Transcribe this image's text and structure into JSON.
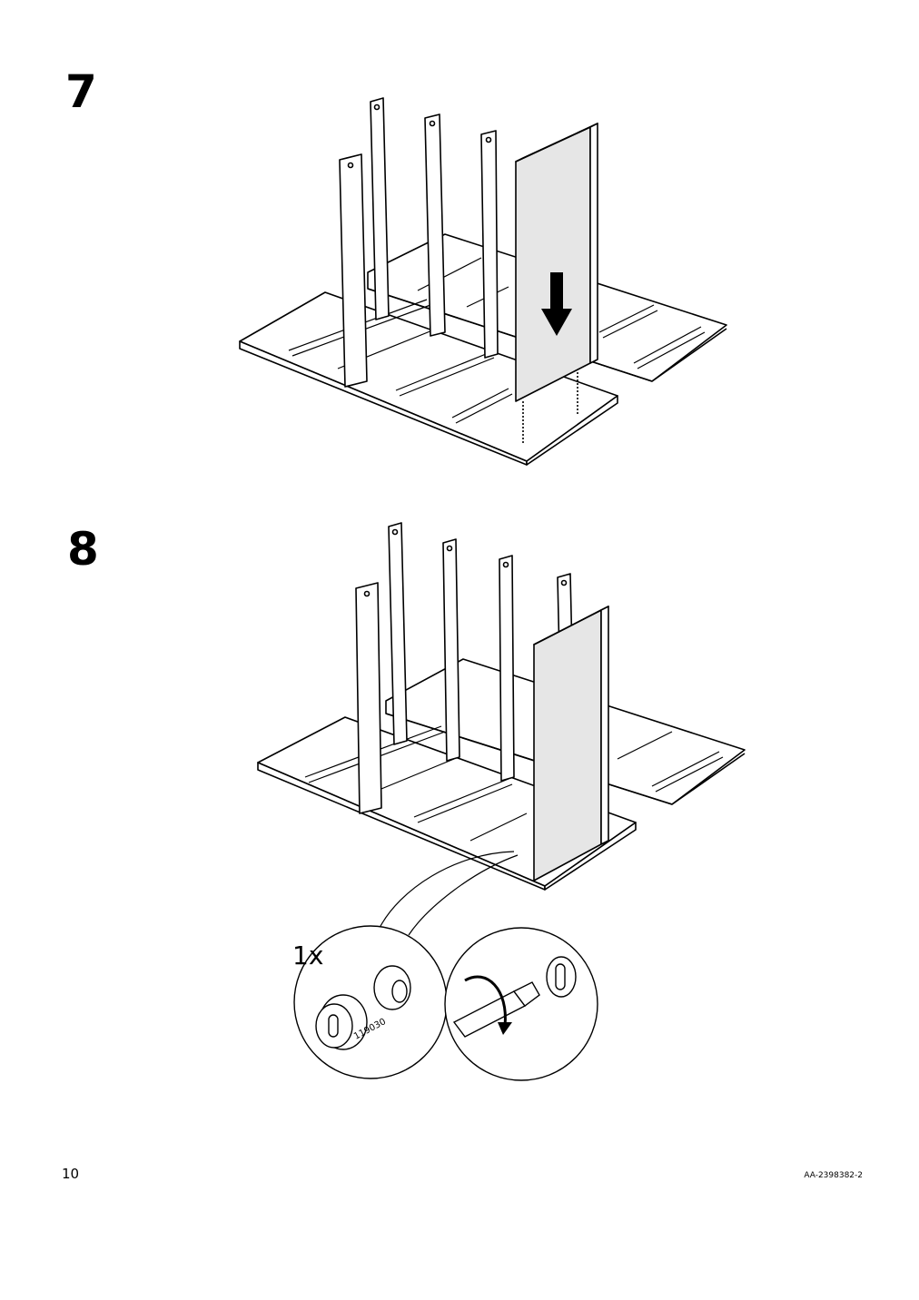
{
  "steps": [
    {
      "number": "7"
    },
    {
      "number": "8"
    }
  ],
  "detail": {
    "quantity": "1x",
    "part_number": "119030"
  },
  "footer": {
    "page_number": "10",
    "document_code": "AA-2398382-2"
  },
  "icons": [
    "arrow-down-icon",
    "rotate-arrow-icon",
    "screwdriver-icon",
    "cam-lock-icon"
  ]
}
